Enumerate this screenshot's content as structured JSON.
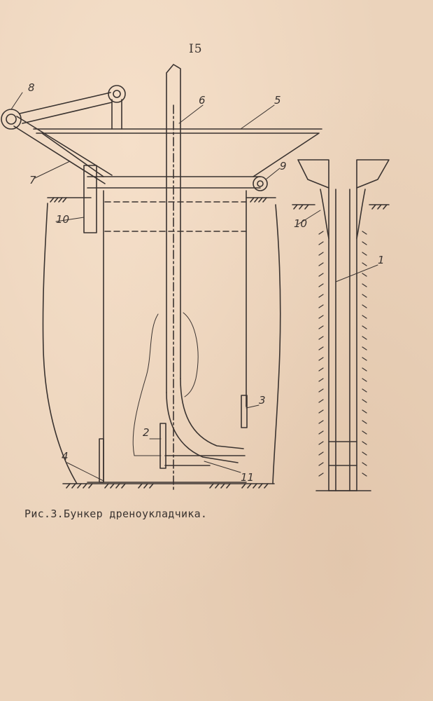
{
  "page": {
    "number": "I5",
    "caption": "Рис.3.Бункер дреноукладчика."
  },
  "figure": {
    "callouts": {
      "c1": "1",
      "c2": "2",
      "c3": "3",
      "c4": "4",
      "c5": "5",
      "c6": "6",
      "c7": "7",
      "c8": "8",
      "c9": "9",
      "c10_left": "10",
      "c10_right": "10",
      "c11": "11"
    }
  }
}
